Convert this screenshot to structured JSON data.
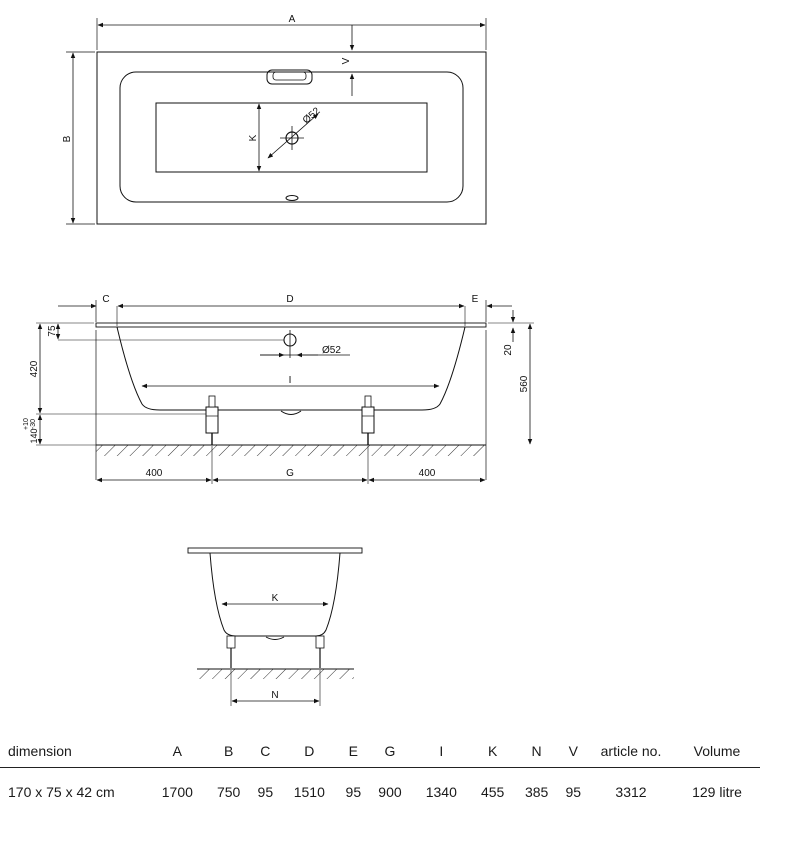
{
  "drawing": {
    "top_view": {
      "A": "A",
      "B": "B",
      "V": "V",
      "K": "K",
      "drain": "Ø52"
    },
    "side_view": {
      "C": "C",
      "D": "D",
      "E": "E",
      "I": "I",
      "G": "G",
      "d75": "75",
      "d420": "420",
      "d20": "20",
      "d560": "560",
      "d140": "140",
      "d30": "-30",
      "d10": "+10",
      "left400": "400",
      "right400": "400",
      "drain": "Ø52"
    },
    "end_view": {
      "K": "K",
      "N": "N"
    }
  },
  "spec": {
    "headers": [
      "dimension",
      "A",
      "B",
      "C",
      "D",
      "E",
      "G",
      "I",
      "K",
      "N",
      "V",
      "article no.",
      "Volume"
    ],
    "row": [
      "170 x 75 x 42 cm",
      "1700",
      "750",
      "95",
      "1510",
      "95",
      "900",
      "1340",
      "455",
      "385",
      "95",
      "3312",
      "129 litre"
    ]
  }
}
